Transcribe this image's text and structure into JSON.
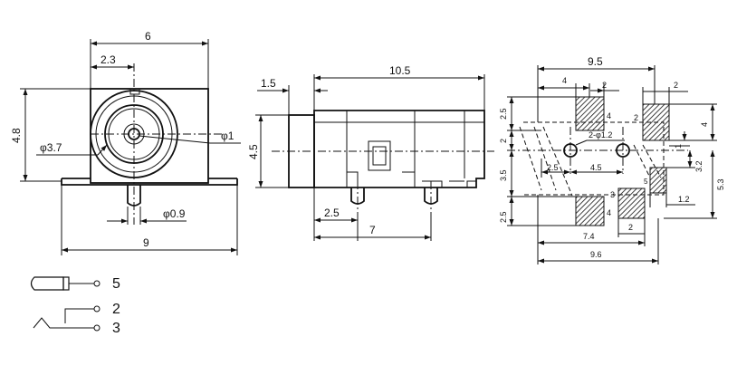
{
  "front_view": {
    "width_dim": "6",
    "offset_dim": "2.3",
    "height_dim": "4.8",
    "barrel_dia": "φ3.7",
    "pin_dia": "φ1",
    "post_dia": "φ0.9",
    "overall_width": "9"
  },
  "side_view": {
    "length_dim": "10.5",
    "nose_dim": "1.5",
    "height_dim": "4.5",
    "pin_offset": "2.5",
    "pin_span": "7"
  },
  "pcb_layout": {
    "overall_width": "9.5",
    "pad_offset": "4",
    "pad_width_a": "2",
    "pad_width_b": "2",
    "pad_height_right": "4",
    "pad_height_top": "2.5",
    "pad_gap_left": "2",
    "hole_spec": "2-φ1.2",
    "pad_gap_small": "1",
    "span_left": "2.5",
    "span_holes": "4.5",
    "height_mid": "3.2",
    "height_overall": "5.3",
    "height_lower": "3.5",
    "pad_height_bottom": "2.5",
    "pad5_width": "1.2",
    "pad3_width": "2",
    "span_74": "7.4",
    "span_96": "9.6",
    "pad_numbers": {
      "top_left": "4",
      "top_right": "2",
      "hole_right": "1",
      "bottom_left": "4",
      "bottom_mid": "3",
      "bottom_right": "5"
    }
  },
  "schematic": {
    "pin_a": "5",
    "pin_b": "2",
    "pin_c": "3"
  }
}
